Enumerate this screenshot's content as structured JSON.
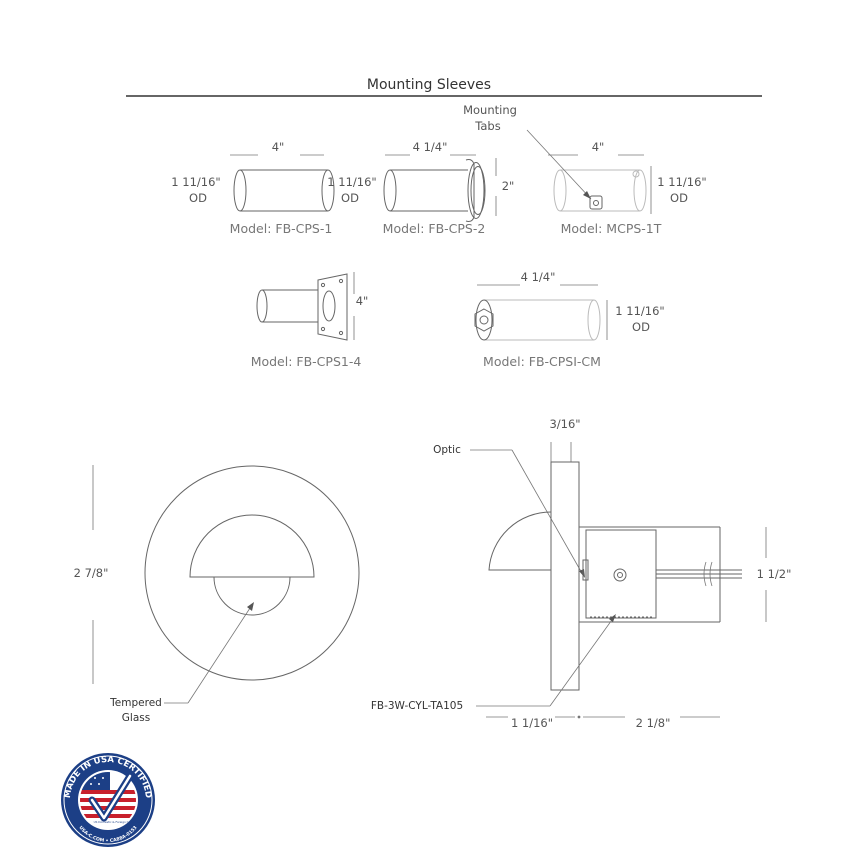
{
  "title": "Mounting Sleeves",
  "callouts": {
    "mounting_tabs_1": "Mounting",
    "mounting_tabs_2": "Tabs",
    "optic": "Optic",
    "tempered_1": "Tempered",
    "tempered_2": "Glass",
    "fixture_model": "FB-3W-CYL-TA105"
  },
  "models": {
    "cps1": "Model: FB-CPS-1",
    "cps2": "Model: FB-CPS-2",
    "mcps1t": "Model:  MCPS-1T",
    "cps14": "Model: FB-CPS1-4",
    "cpsicm": "Model: FB-CPSI-CM"
  },
  "dimensions": {
    "cps1_length": "4\"",
    "od_size": "1 11/16\"",
    "od_label": "OD",
    "cps2_length": "4 1/4\"",
    "cps2_height": "2\"",
    "mcps_length": "4\"",
    "cps14_plate": "4\"",
    "cpsicm_length": "4 1/4\"",
    "front_height": "2 7/8\"",
    "plate_thickness": "3/16\"",
    "housing_height": "1 1/2\"",
    "depth_front": "1 1/16\"",
    "depth_back": "2 1/8\""
  },
  "badge": {
    "main": "MADE IN USA CERTIFIED",
    "sub": "USA-C.COM • CA88A-0153",
    "inner": "US Domestic & Foreign Components"
  }
}
